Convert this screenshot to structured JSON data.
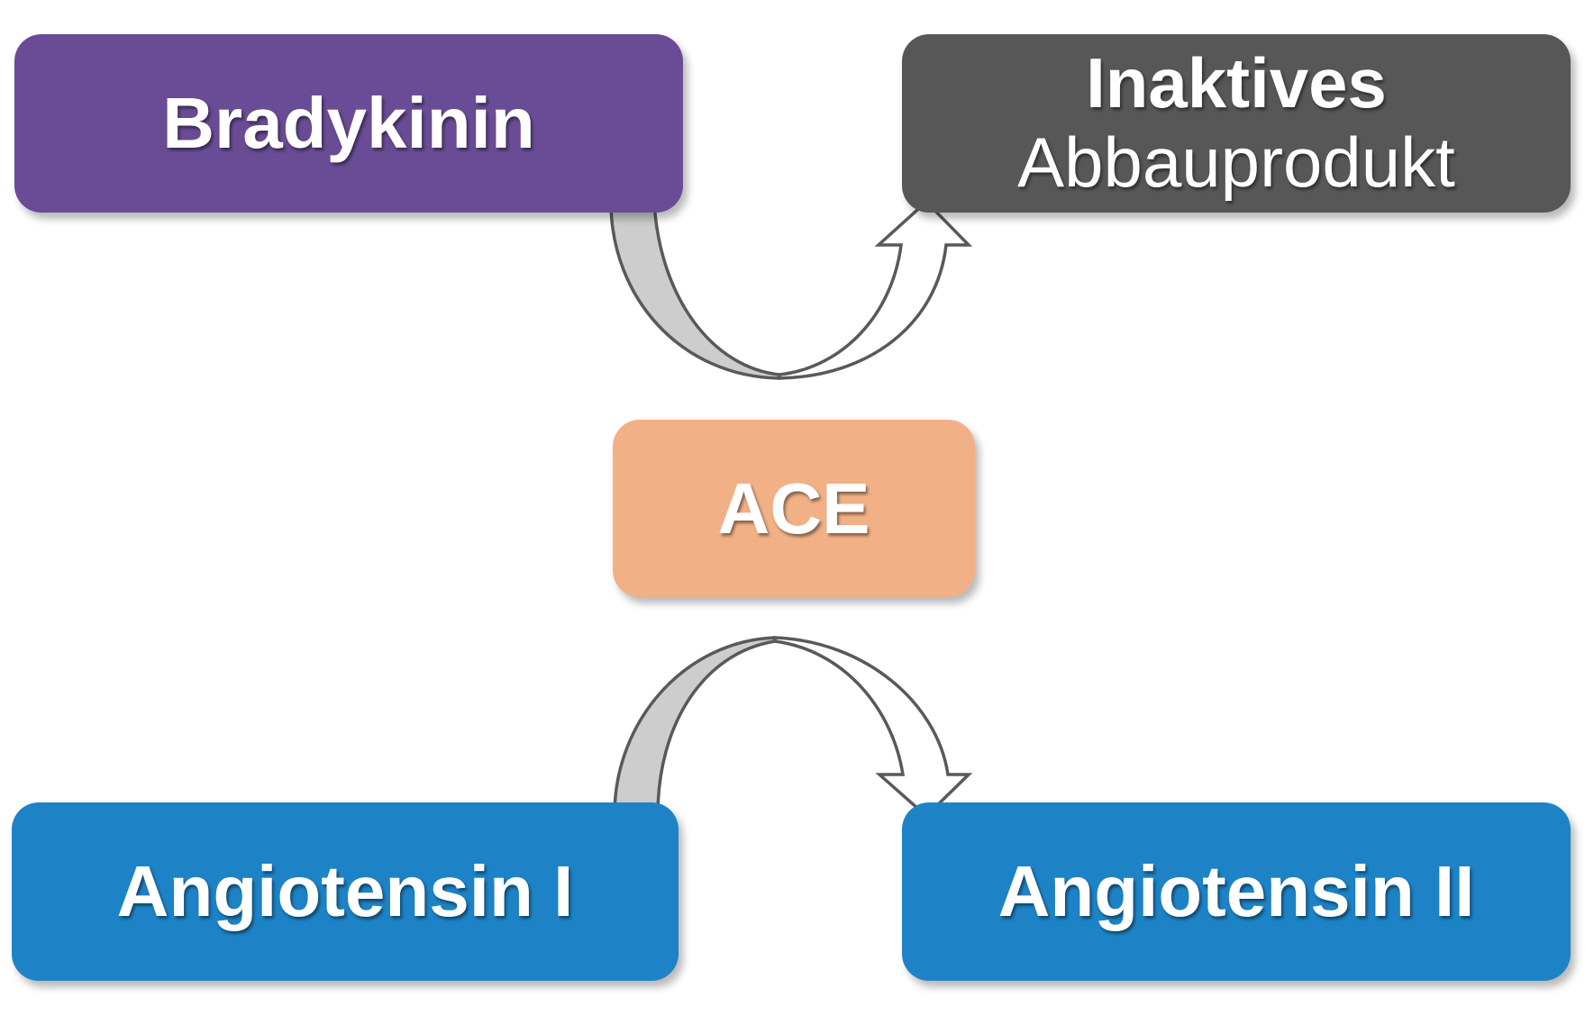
{
  "nodes": {
    "bradykinin": {
      "label": "Bradykinin",
      "color": "#694C95"
    },
    "inaktives": {
      "line1": "Inaktives",
      "line2": "Abbauprodukt",
      "color": "#575757"
    },
    "ace": {
      "label": "ACE",
      "color": "#F2B086"
    },
    "angiotensin_1": {
      "label": "Angiotensin I",
      "color": "#1D83C6"
    },
    "angiotensin_2": {
      "label": "Angiotensin II",
      "color": "#1D83C6"
    }
  },
  "arrows": {
    "fill_dark": "#CDCDCD",
    "fill_light": "#FFFFFF",
    "stroke": "#595959"
  }
}
